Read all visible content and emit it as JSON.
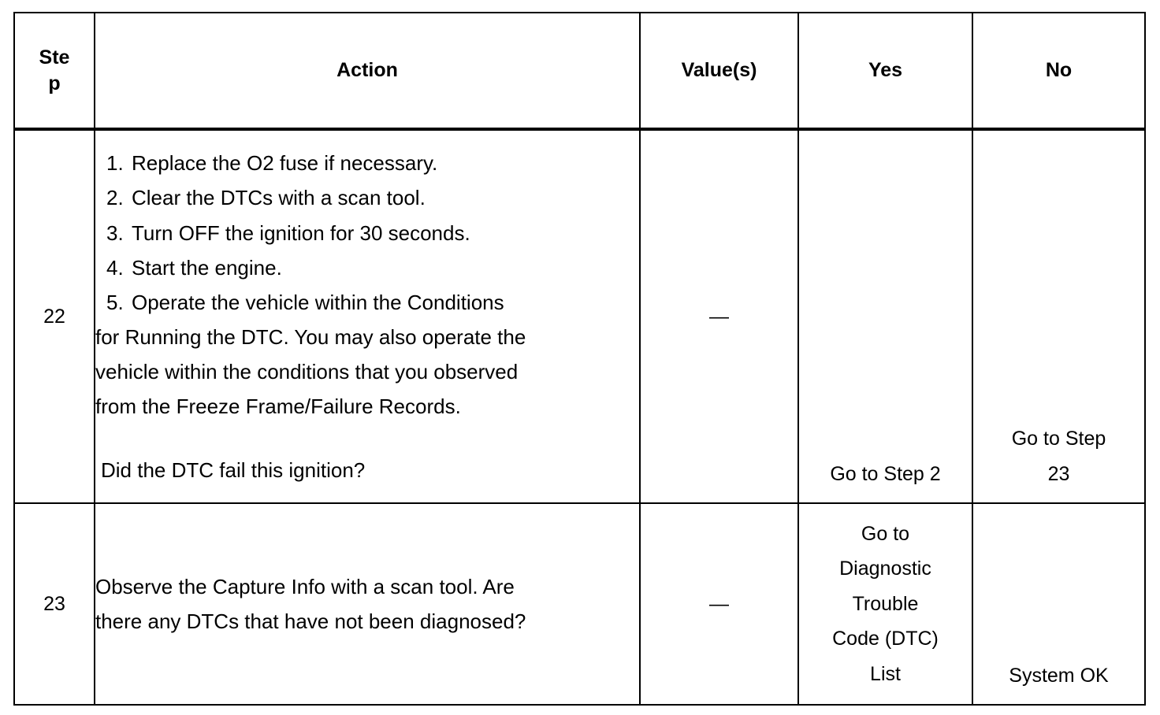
{
  "table": {
    "headers": {
      "step": "Step",
      "action": "Action",
      "value": "Value(s)",
      "yes": "Yes",
      "no": "No"
    },
    "rows": [
      {
        "step": "22",
        "action": {
          "numbered_items": [
            {
              "num": "1.",
              "text": "Replace the O2 fuse if necessary."
            },
            {
              "num": "2.",
              "text": "Clear the DTCs with a scan tool."
            },
            {
              "num": "3.",
              "text": "Turn OFF the ignition for 30 seconds."
            },
            {
              "num": "4.",
              "text": "Start the engine."
            },
            {
              "num": "5.",
              "text": "Operate the vehicle within the Conditions"
            }
          ],
          "continuation_lines": [
            "for Running the DTC. You may also operate the",
            "vehicle within the conditions that you observed",
            "from the Freeze Frame/Failure Records."
          ],
          "question": " Did the DTC fail this ignition?"
        },
        "value": "—",
        "yes_lines": [
          "Go to Step 2"
        ],
        "no_lines": [
          "Go to Step",
          "23"
        ]
      },
      {
        "step": "23",
        "action": {
          "numbered_items": [],
          "continuation_lines": [],
          "paragraph_lines": [
            "Observe the Capture Info with a scan tool. Are",
            "there any DTCs that have not been diagnosed?"
          ]
        },
        "value": "—",
        "yes_lines": [
          "Go to",
          "Diagnostic",
          "Trouble",
          "Code (DTC)",
          "List"
        ],
        "no_lines": [
          "System OK"
        ]
      }
    ]
  },
  "colors": {
    "border": "#000000",
    "text": "#000000",
    "background": "#ffffff"
  }
}
